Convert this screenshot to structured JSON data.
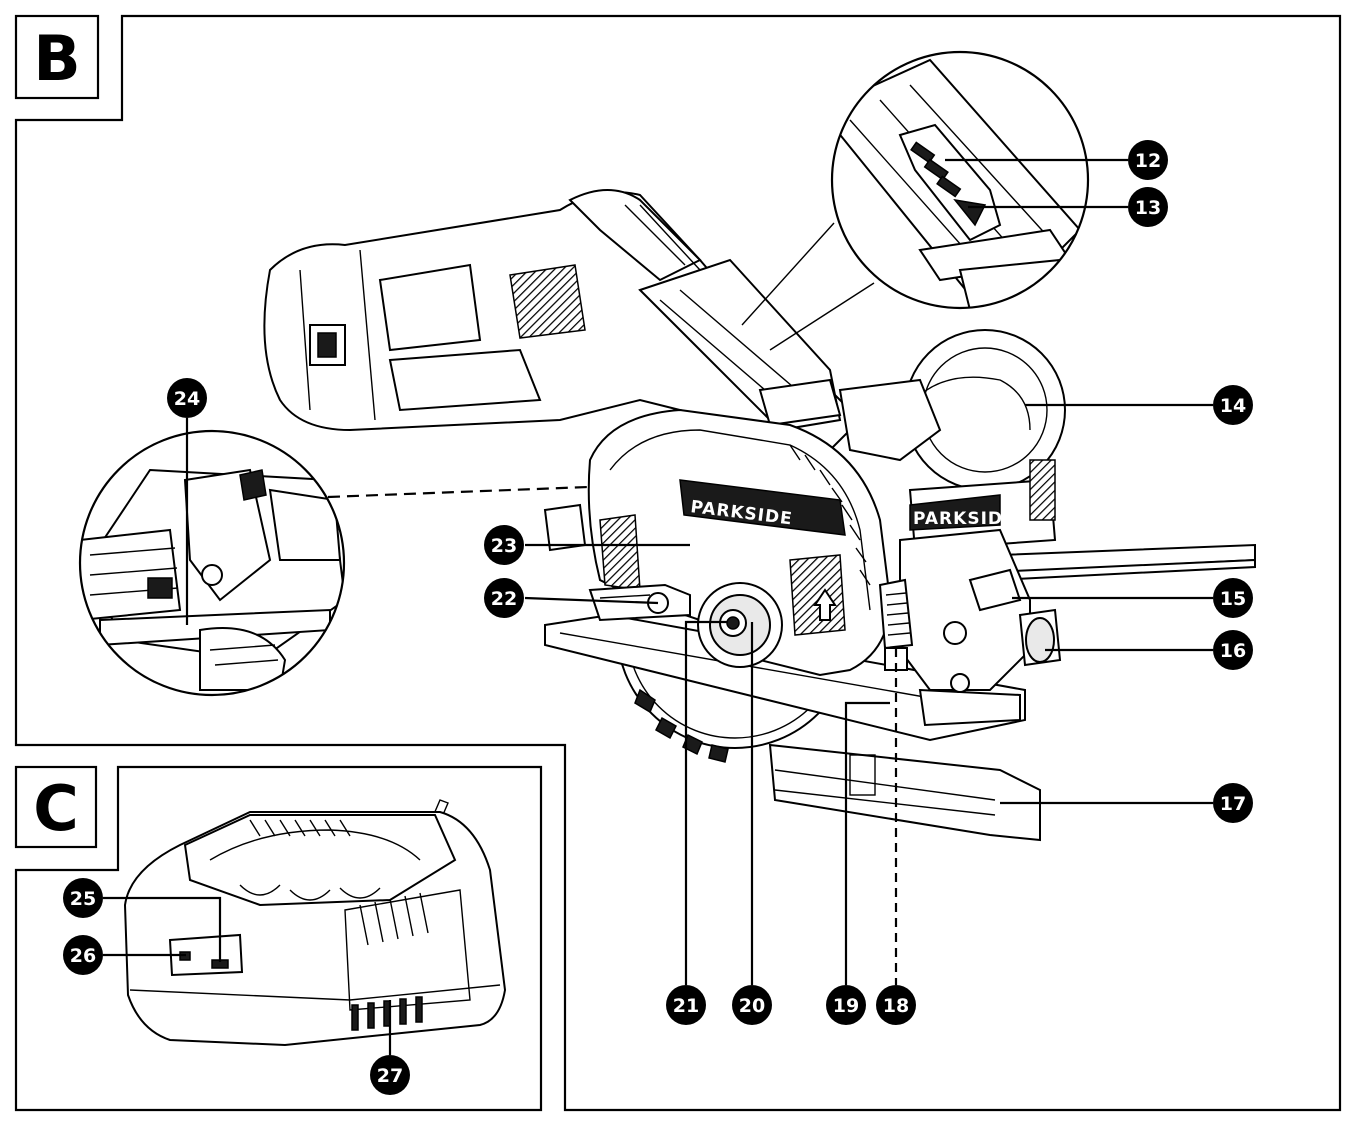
{
  "sections": [
    {
      "id": "B",
      "label": "B"
    },
    {
      "id": "C",
      "label": "C"
    }
  ],
  "brand_texts": [
    "PARKSIDE",
    "PARKSIDE"
  ],
  "callouts": [
    {
      "id": "12",
      "label": "12"
    },
    {
      "id": "13",
      "label": "13"
    },
    {
      "id": "14",
      "label": "14"
    },
    {
      "id": "15",
      "label": "15"
    },
    {
      "id": "16",
      "label": "16"
    },
    {
      "id": "17",
      "label": "17"
    },
    {
      "id": "18",
      "label": "18"
    },
    {
      "id": "19",
      "label": "19"
    },
    {
      "id": "20",
      "label": "20"
    },
    {
      "id": "21",
      "label": "21"
    },
    {
      "id": "22",
      "label": "22"
    },
    {
      "id": "23",
      "label": "23"
    },
    {
      "id": "24",
      "label": "24"
    },
    {
      "id": "25",
      "label": "25"
    },
    {
      "id": "26",
      "label": "26"
    },
    {
      "id": "27",
      "label": "27"
    }
  ],
  "colors": {
    "ink": "#000000",
    "paper": "#ffffff"
  }
}
